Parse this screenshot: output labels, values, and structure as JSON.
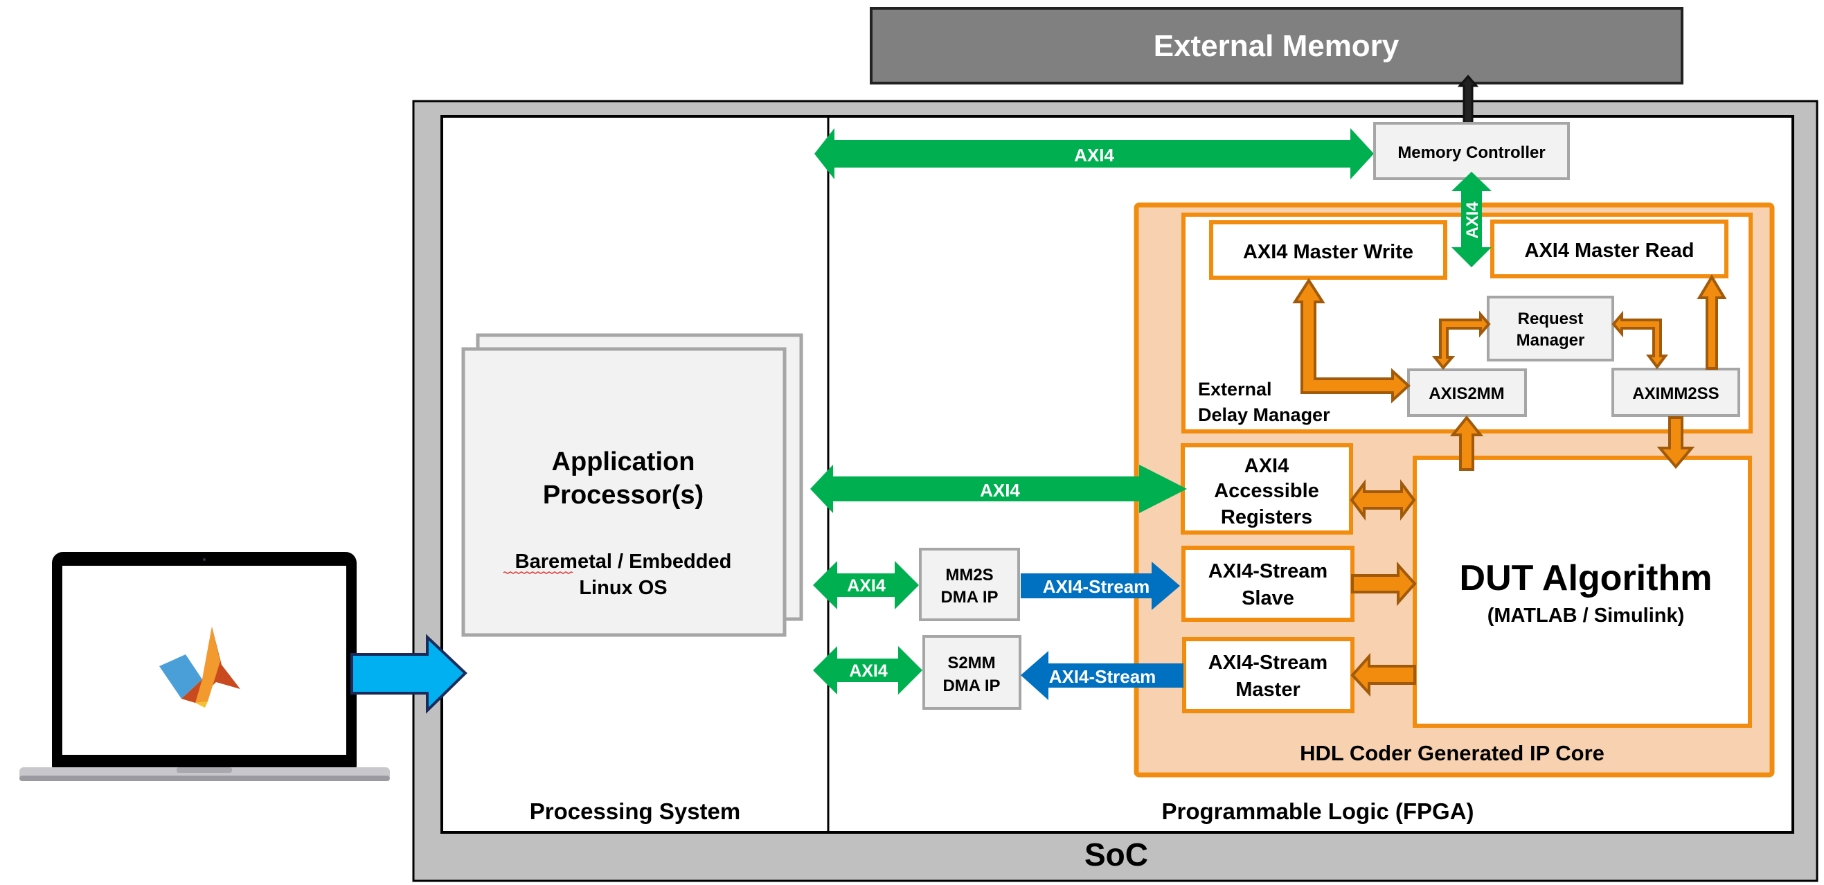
{
  "external_memory": {
    "label": "External Memory"
  },
  "soc": {
    "label": "SoC"
  },
  "processing_system": {
    "label": "Processing System",
    "application_processor": {
      "title_line1": "Application",
      "title_line2": "Processor(s)",
      "subtitle_line1": "Baremetal / Embedded",
      "subtitle_line2": "Linux OS"
    }
  },
  "programmable_logic": {
    "label": "Programmable Logic (FPGA)",
    "memory_controller": {
      "label": "Memory Controller"
    },
    "mm2s_dma": {
      "line1": "MM2S",
      "line2": "DMA IP"
    },
    "s2mm_dma": {
      "line1": "S2MM",
      "line2": "DMA IP"
    },
    "ip_core": {
      "label": "HDL Coder Generated IP Core",
      "external_delay_manager": {
        "line1": "External",
        "line2": "Delay Manager",
        "master_write": "AXI4 Master Write",
        "master_read": "AXI4 Master Read",
        "request_manager_line1": "Request",
        "request_manager_line2": "Manager",
        "axis2mm": "AXIS2MM",
        "aximm2ss": "AXIMM2SS"
      },
      "registers": {
        "line1": "AXI4",
        "line2": "Accessible",
        "line3": "Registers"
      },
      "stream_slave": {
        "line1": "AXI4-Stream",
        "line2": "Slave"
      },
      "stream_master": {
        "line1": "AXI4-Stream",
        "line2": "Master"
      },
      "dut": {
        "title": "DUT Algorithm",
        "subtitle": "(MATLAB / Simulink)"
      }
    }
  },
  "connections": {
    "axi4_top": "AXI4",
    "axi4_memctrl_vertical": "AXI4",
    "axi4_registers": "AXI4",
    "axi4_mm2s": "AXI4",
    "axi4_s2mm": "AXI4",
    "stream_to_slave": "AXI4-Stream",
    "stream_from_master": "AXI4-Stream"
  },
  "host": {
    "icon": "laptop-matlab-icon"
  },
  "colors": {
    "axi4_green": "#00b050",
    "stream_blue": "#0070c0",
    "host_arrow_blue": "#00b0f0",
    "orange": "#f28c0f",
    "orange_fill": "#f8d2b0",
    "orange_dark": "#a05a0a",
    "soc_gray": "#c0c0c0",
    "ext_mem_gray": "#808080",
    "block_gray": "#f2f2f2"
  }
}
